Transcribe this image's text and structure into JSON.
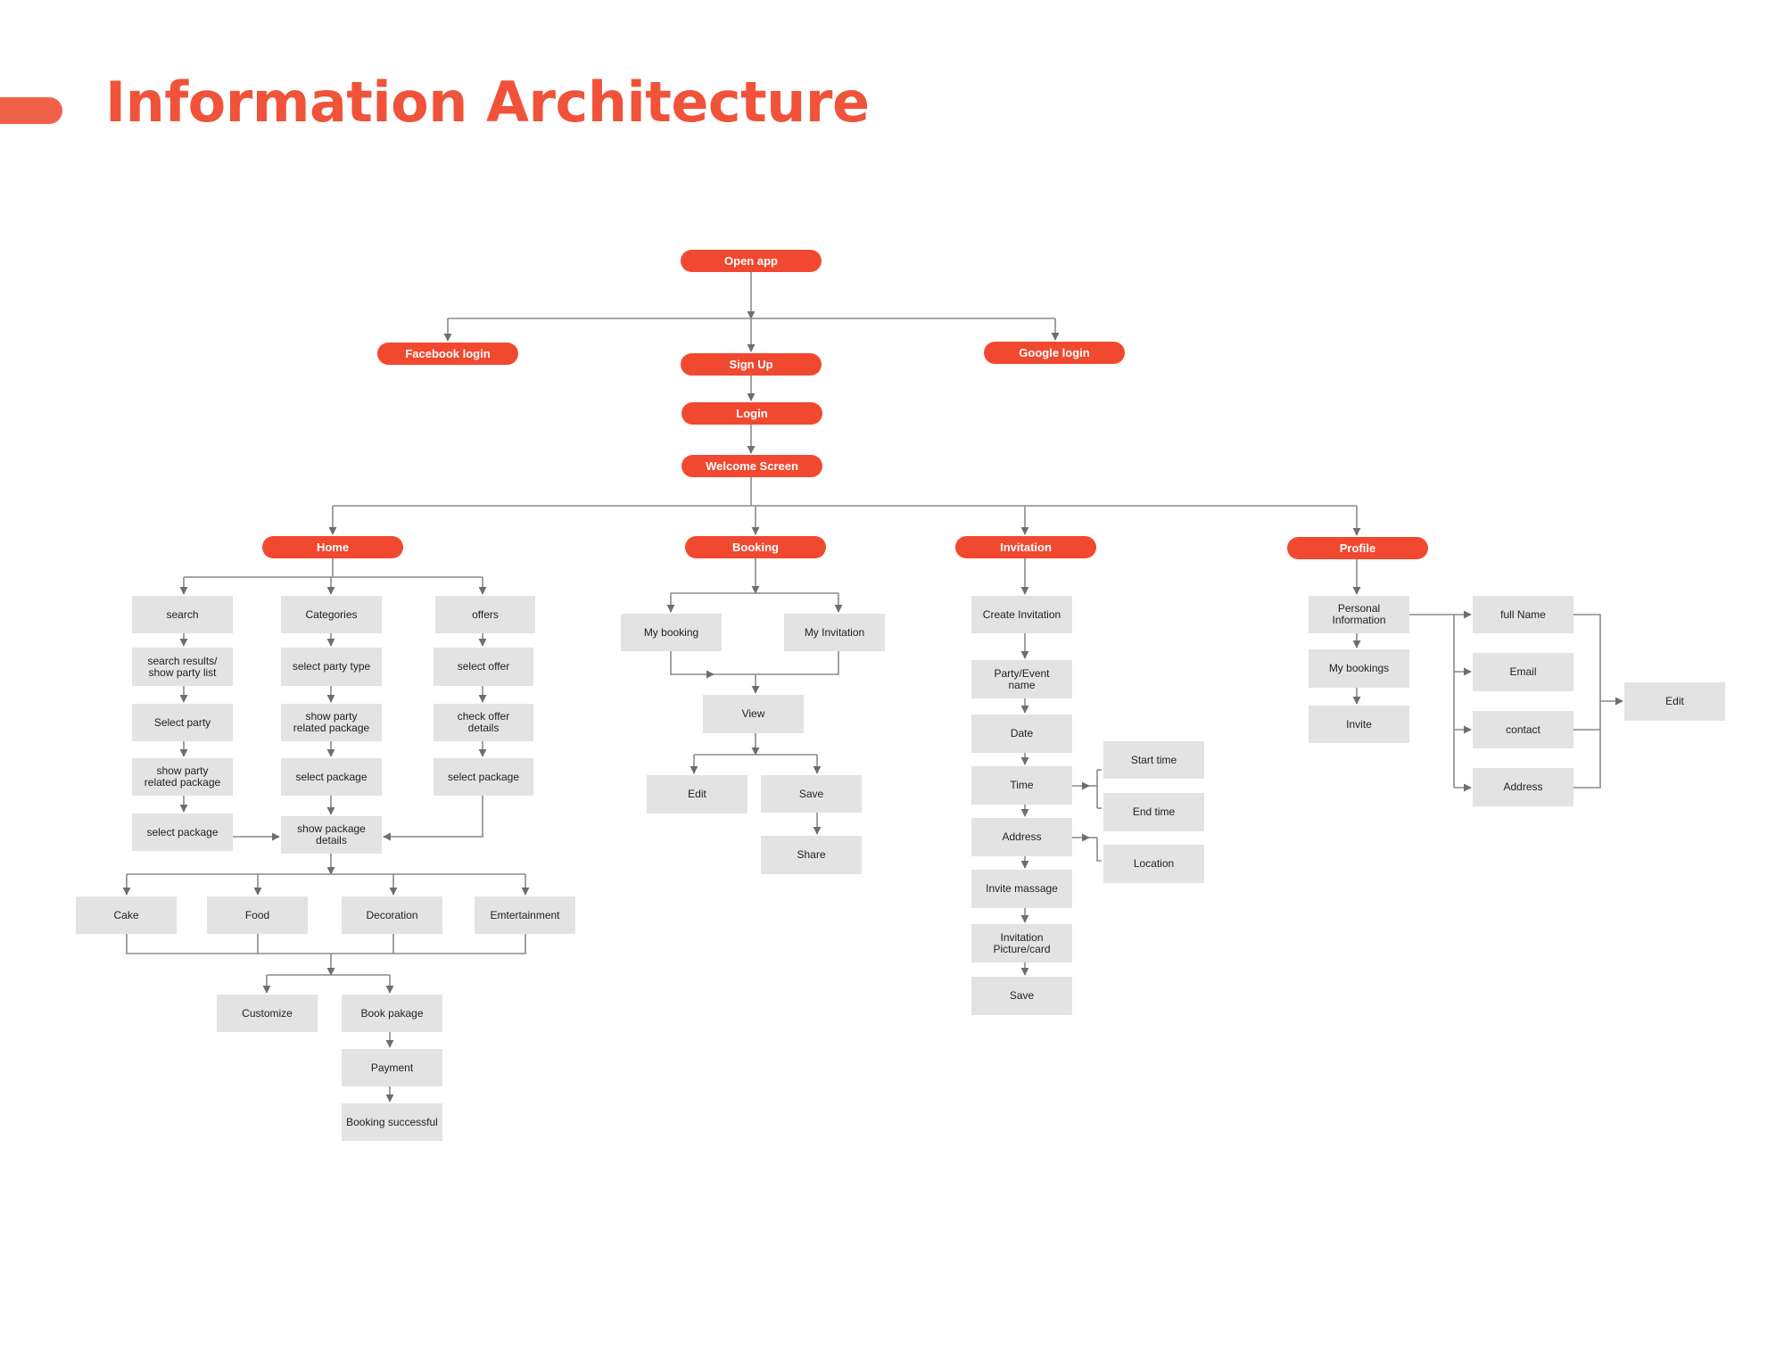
{
  "title": "Information Architecture",
  "colors": {
    "accent": "#f0492f",
    "box": "#e3e3e3",
    "line": "#6e6e6e"
  },
  "nodes": {
    "open_app": "Open app",
    "facebook_login": "Facebook login",
    "sign_up": "Sign Up",
    "google_login": "Google login",
    "login": "Login",
    "welcome_screen": "Welcome  Screen",
    "home": "Home",
    "booking": "Booking",
    "invitation": "Invitation",
    "profile": "Profile",
    "search": "search",
    "search_results": "search results/\nshow party list",
    "select_party": "Select party",
    "show_party_related_package_1": "show party\nrelated package",
    "select_package_1": "select package",
    "categories": "Categories",
    "select_party_type": "select party type",
    "show_party_related_package_2": "show party\nrelated package",
    "select_package_2": "select package",
    "show_package_details": "show package\ndetails",
    "offers": "offers",
    "select_offer": "select offer",
    "check_offer_details": "check offer\ndetails",
    "select_package_3": "select package",
    "cake": "Cake",
    "food": "Food",
    "decoration": "Decoration",
    "entertainment": "Emtertainment",
    "customize": "Customize",
    "book_package": "Book pakage",
    "payment": "Payment",
    "booking_successful": "Booking successful",
    "my_booking": "My booking",
    "my_invitation": "My Invitation",
    "view": "View",
    "edit_booking": "Edit",
    "save_booking": "Save",
    "share": "Share",
    "create_invitation": "Create Invitation",
    "party_event_name": "Party/Event\nname",
    "date": "Date",
    "time": "Time",
    "address_invitation": "Address",
    "invite_massage": "Invite massage",
    "invitation_picture_card": "Invitation\nPicture/card",
    "save_invitation": "Save",
    "start_time": "Start time",
    "end_time": "End time",
    "location": "Location",
    "personal_information": "Personal\nInformation",
    "my_bookings": "My bookings",
    "invite": "Invite",
    "full_name": "full Name",
    "email": "Email",
    "contact": "contact",
    "address_profile": "Address",
    "edit_profile": "Edit"
  }
}
